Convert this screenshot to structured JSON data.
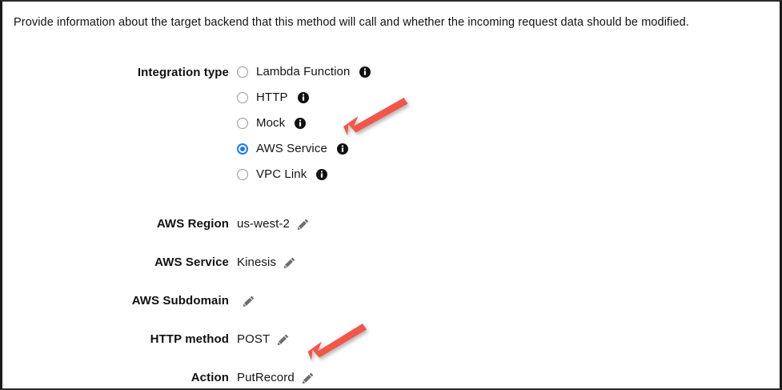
{
  "panel": {
    "description": "Provide information about the target backend that this method will call and whether the incoming request data should be modified."
  },
  "integration_type": {
    "label": "Integration type",
    "selected": "AWS Service",
    "options": [
      {
        "label": "Lambda Function",
        "checked": false,
        "info_icon": "info-icon"
      },
      {
        "label": "HTTP",
        "checked": false,
        "info_icon": "info-icon"
      },
      {
        "label": "Mock",
        "checked": false,
        "info_icon": "info-icon"
      },
      {
        "label": "AWS Service",
        "checked": true,
        "info_icon": "info-icon"
      },
      {
        "label": "VPC Link",
        "checked": false,
        "info_icon": "info-icon"
      }
    ]
  },
  "fields": [
    {
      "label": "AWS Region",
      "value": "us-west-2",
      "edit_icon": "pencil-icon"
    },
    {
      "label": "AWS Service",
      "value": "Kinesis",
      "edit_icon": "pencil-icon"
    },
    {
      "label": "AWS Subdomain",
      "value": "",
      "edit_icon": "pencil-icon"
    },
    {
      "label": "HTTP method",
      "value": "POST",
      "edit_icon": "pencil-icon"
    },
    {
      "label": "Action",
      "value": "PutRecord",
      "edit_icon": "pencil-icon"
    }
  ],
  "annotations": [
    {
      "name": "arrow-to-aws-service",
      "target": "AWS Service radio option",
      "color": "#F2574B"
    },
    {
      "name": "arrow-to-action",
      "target": "Action value PutRecord",
      "color": "#F2574B"
    }
  ],
  "colors": {
    "radio_selected": "#1a7cf0",
    "arrow": "#F2574B",
    "text": "#141414",
    "border": "#1a1a1a"
  }
}
